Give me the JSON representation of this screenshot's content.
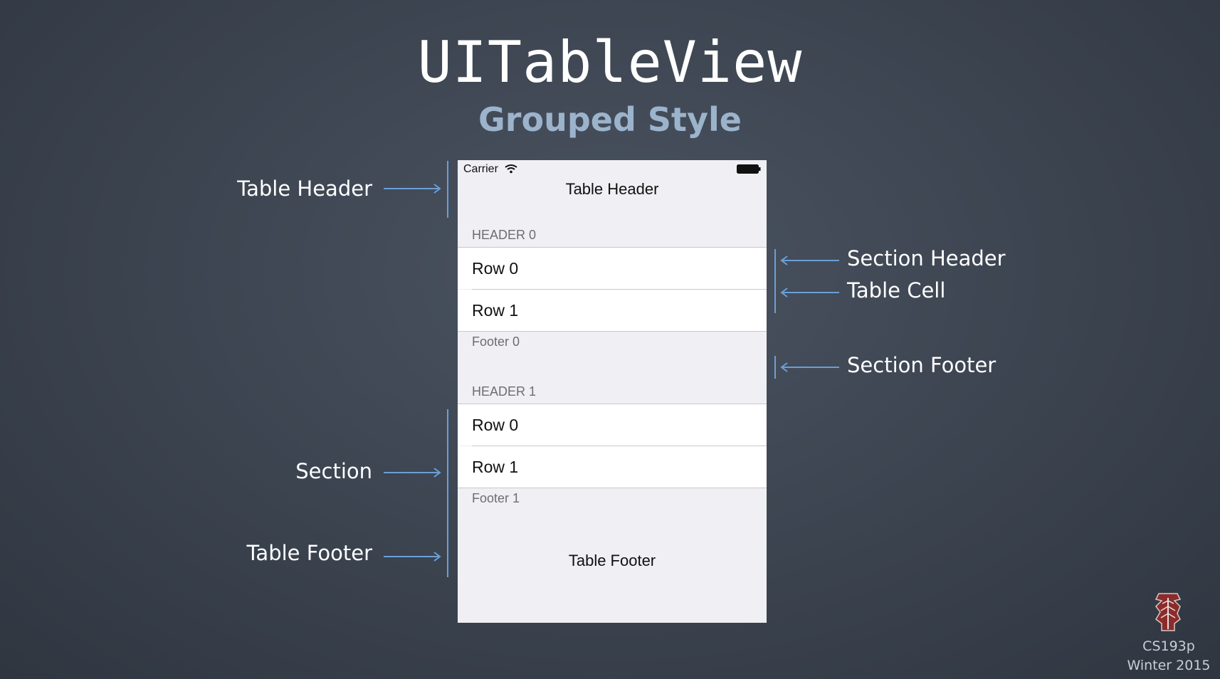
{
  "slide": {
    "title": "UITableView",
    "subtitle": "Grouped Style"
  },
  "phone": {
    "carrier": "Carrier",
    "table_header": "Table Header",
    "table_footer": "Table Footer",
    "sections": [
      {
        "header": "HEADER 0",
        "rows": [
          "Row 0",
          "Row 1"
        ],
        "footer": "Footer 0"
      },
      {
        "header": "HEADER 1",
        "rows": [
          "Row 0",
          "Row 1"
        ],
        "footer": "Footer 1"
      }
    ]
  },
  "annotations": {
    "table_header": "Table Header",
    "section": "Section",
    "table_footer": "Table Footer",
    "section_header": "Section Header",
    "table_cell": "Table Cell",
    "section_footer": "Section Footer"
  },
  "branding": {
    "course": "CS193p",
    "term": "Winter 2015"
  },
  "colors": {
    "accent": "#6b9fd6",
    "subtitle": "#9cb3cc",
    "logo": "#8c2b2b"
  }
}
